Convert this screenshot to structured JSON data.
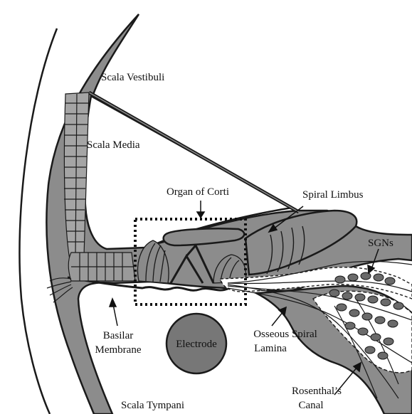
{
  "labels": {
    "scala_vestibuli": "Scala Vestibuli",
    "scala_media": "Scala Media",
    "organ_of_corti": "Organ of Corti",
    "spiral_limbus": "Spiral Limbus",
    "sgns": "SGNs",
    "basilar_membrane_1": "Basilar",
    "basilar_membrane_2": "Membrane",
    "electrode": "Electrode",
    "osseous_1": "Osseous Spiral",
    "osseous_2": "Lamina",
    "rosenthal_1": "Rosenthal’s",
    "rosenthal_2": "Canal",
    "scala_tympani": "Scala Tympani"
  },
  "colors": {
    "tissue": "#8c8c8c",
    "tissue_dark": "#6e6e6e",
    "outline": "#1a1a1a",
    "electrode": "#777777",
    "neuron": "#6a6a6a",
    "background": "#ffffff"
  }
}
